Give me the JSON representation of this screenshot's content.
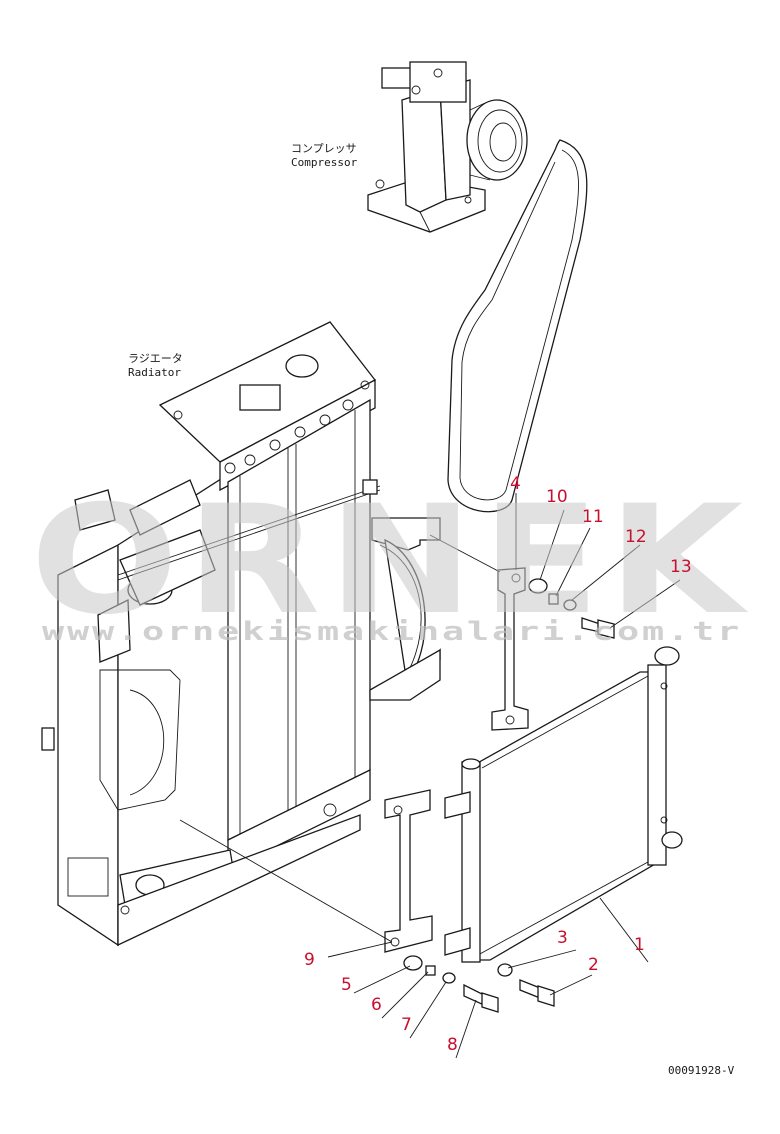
{
  "labels": {
    "compressor_jp": "コンプレッサ",
    "compressor_en": "Compressor",
    "radiator_jp": "ラジエータ",
    "radiator_en": "Radiator"
  },
  "part_numbers": [
    "1",
    "2",
    "3",
    "4",
    "5",
    "6",
    "7",
    "8",
    "9",
    "10",
    "11",
    "12",
    "13"
  ],
  "watermark": {
    "brand": "ORNEK",
    "url": "www.ornekismakinalari.com.tr"
  },
  "drawing_code": "00091928-V",
  "colors": {
    "part_number": "#c8102e",
    "line": "#1a1a1a",
    "watermark": "#c9c9c9"
  }
}
